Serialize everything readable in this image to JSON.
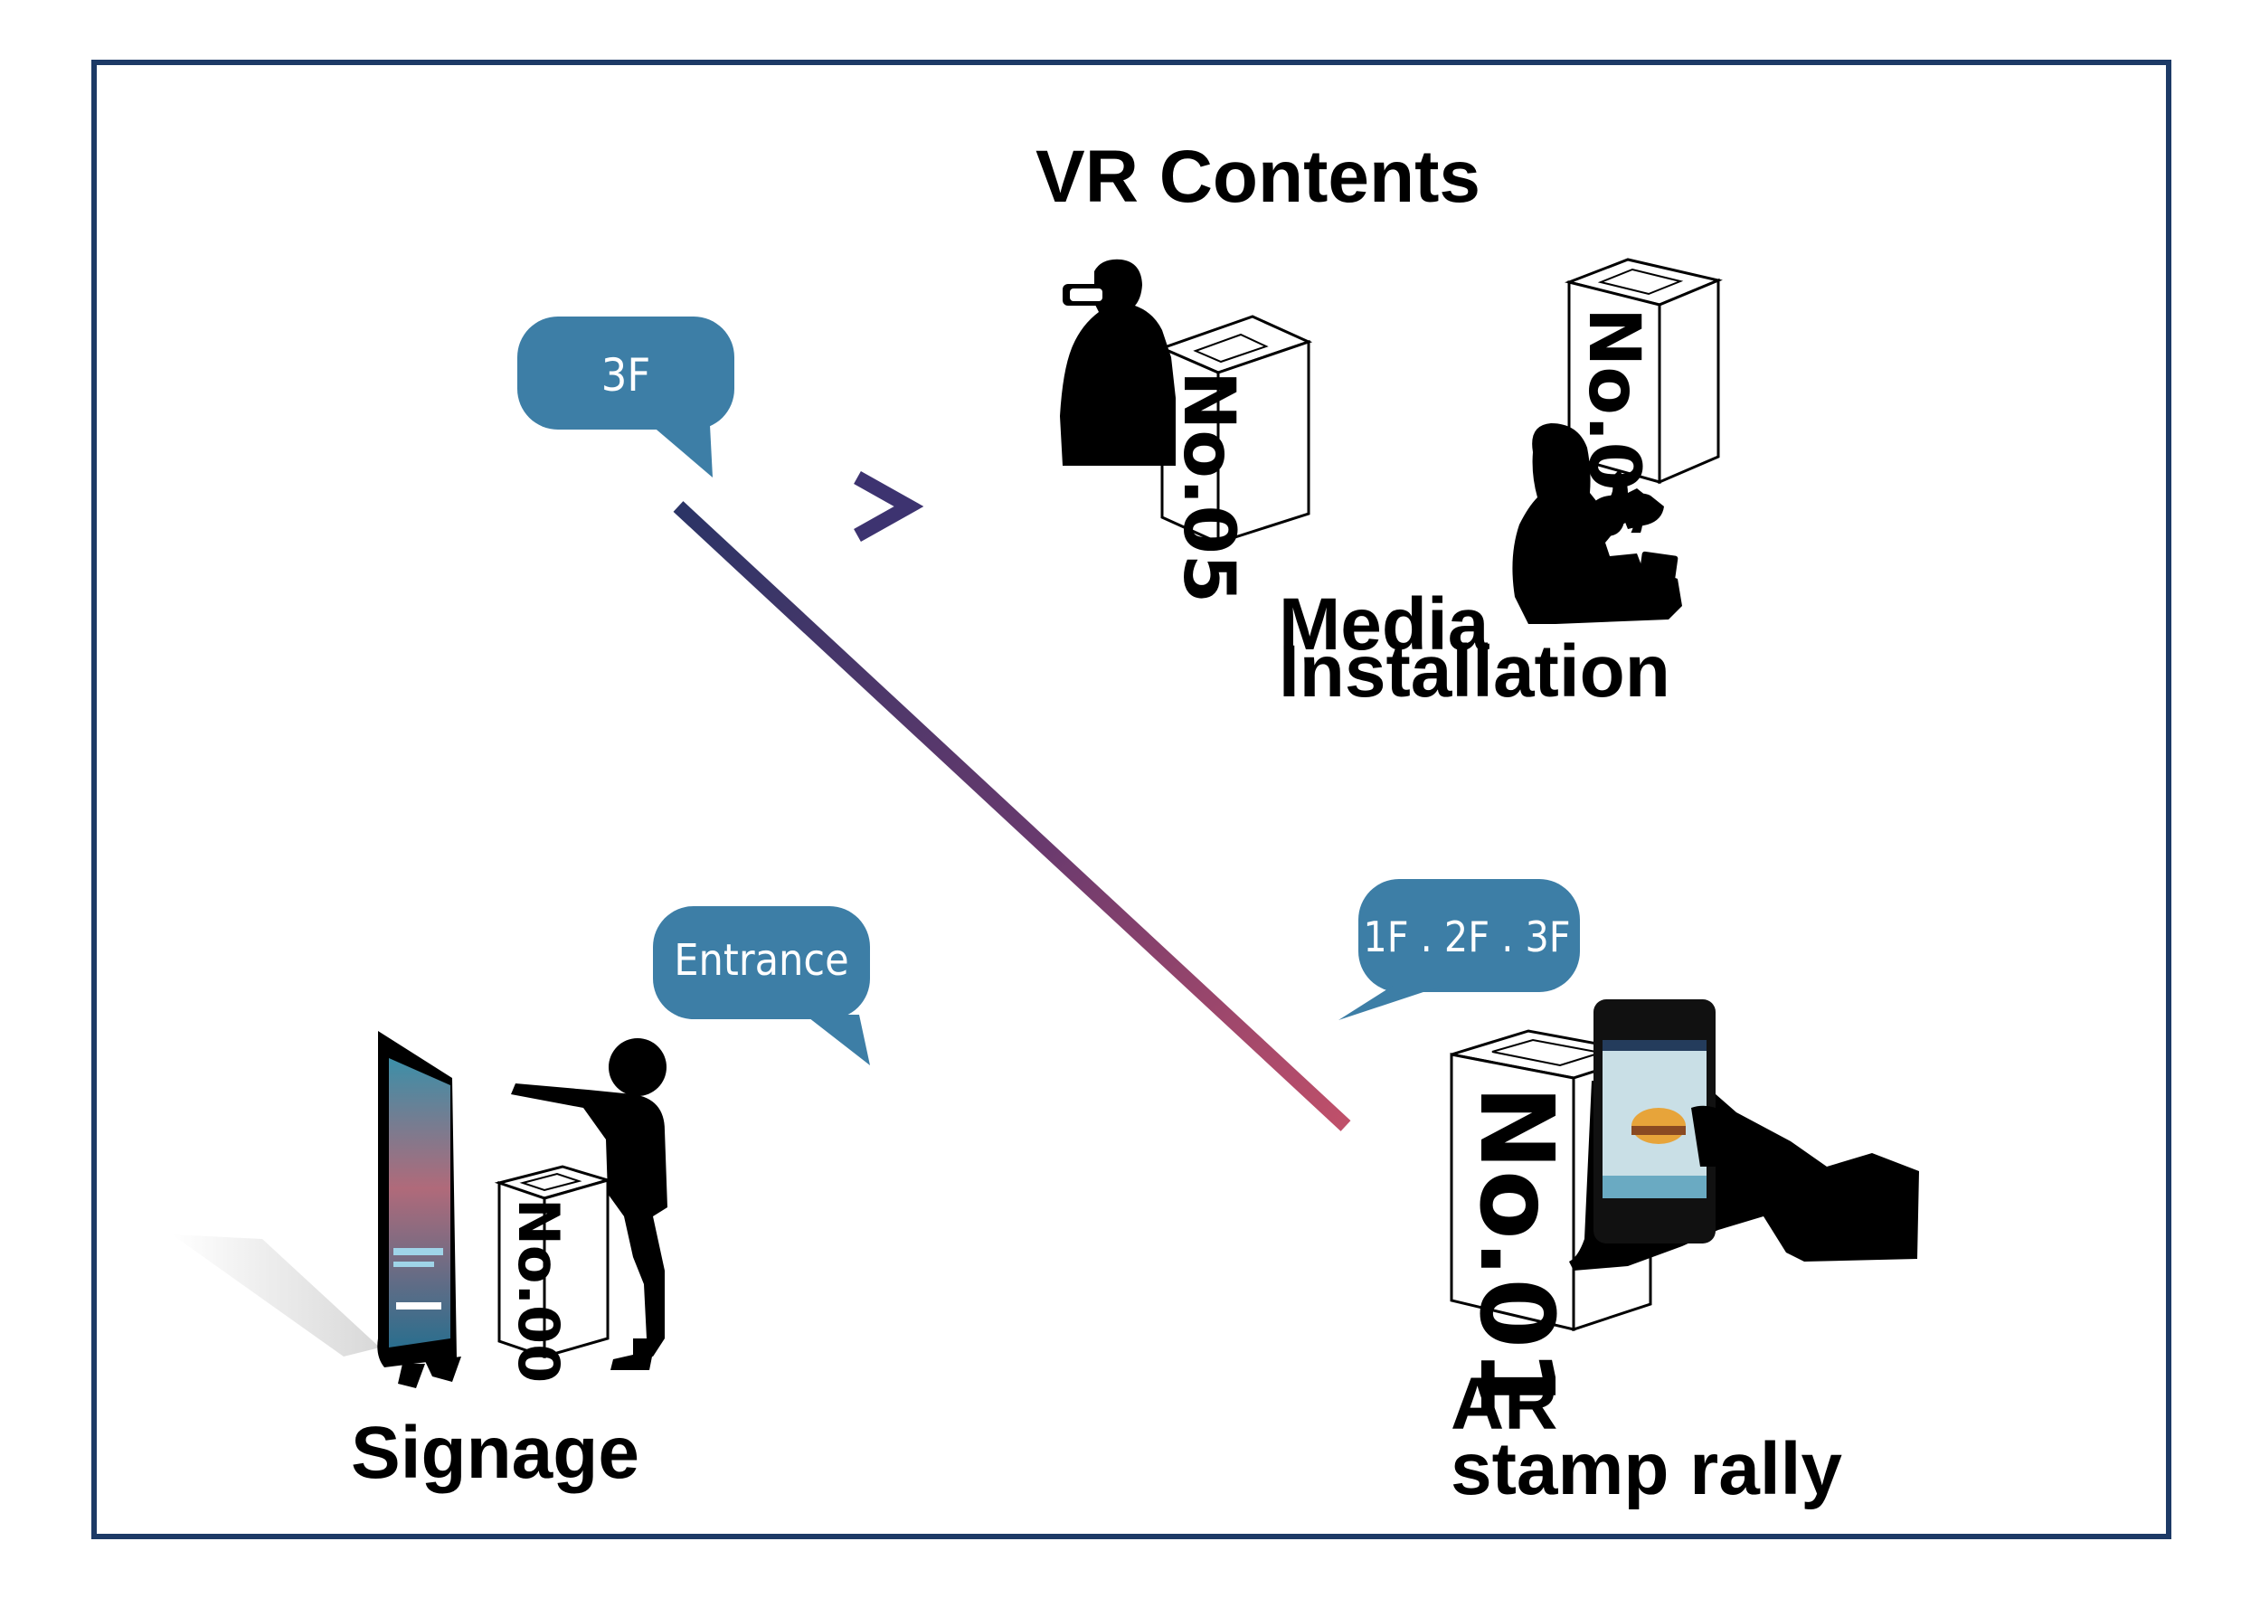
{
  "headings": {
    "vr_contents": "VR Contents",
    "media_line1": "Media",
    "media_line2": "Installation",
    "signage": "Signage",
    "ar_line1": "AR",
    "ar_line2": "stamp rally"
  },
  "bubbles": {
    "top": "3F",
    "entrance": "Entrance",
    "floors": "1F . 2F . 3F"
  },
  "boxes": {
    "b00": "No.00",
    "b01": "No.01",
    "b05": "No.05",
    "b06": "No.06"
  },
  "colors": {
    "frame": "#1d3a66",
    "bubble": "#3d7ea6",
    "path_start": "#2b3466",
    "path_end": "#c0506a"
  }
}
